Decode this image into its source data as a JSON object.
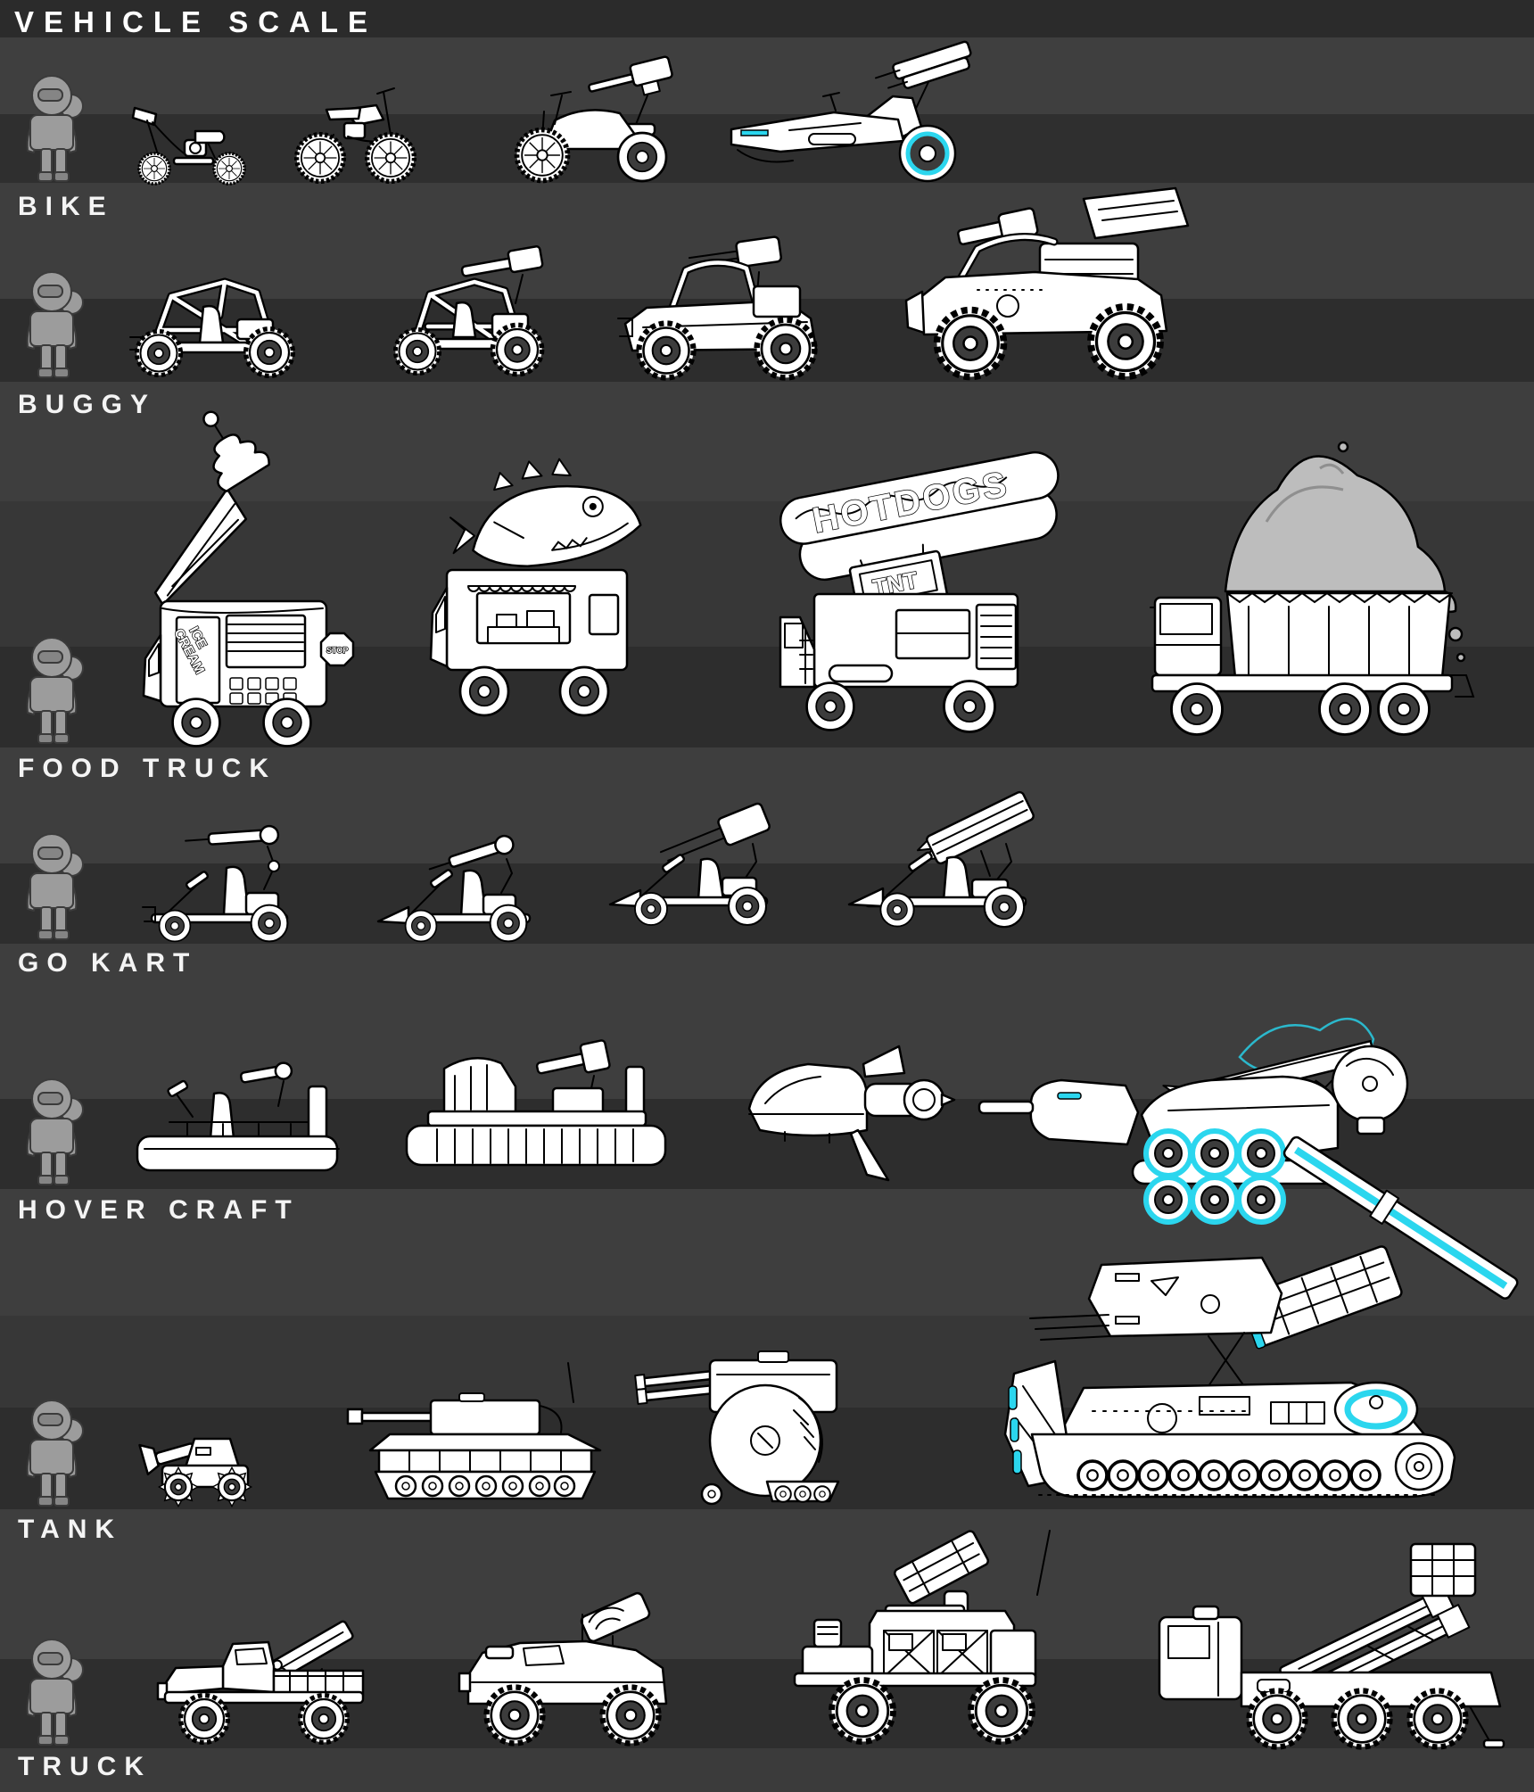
{
  "title": "VEHICLE SCALE",
  "accent_color": "#2bd6ee",
  "background_shades": [
    "#2b2b2b",
    "#3e3e3e",
    "#2d2d2d",
    "#373737"
  ],
  "scale_reference": "human-figure",
  "rows": [
    {
      "label": "BIKE",
      "vehicles": [
        "mini-bike",
        "dirt-bike",
        "gun-trike",
        "hover-cannon-bike"
      ]
    },
    {
      "label": "BUGGY",
      "vehicles": [
        "tube-frame-buggy",
        "gun-rack-buggy",
        "minigun-buggy",
        "heavy-assault-buggy"
      ]
    },
    {
      "label": "FOOD TRUCK",
      "vehicles": [
        "ice-cream-truck",
        "fish-truck",
        "hotdog-truck",
        "slime-dump-truck"
      ]
    },
    {
      "label": "GO KART",
      "vehicles": [
        "gun-arm-kart",
        "winged-gun-kart",
        "twin-cannon-kart",
        "rocket-rack-kart"
      ]
    },
    {
      "label": "HOVER CRAFT",
      "vehicles": [
        "hover-platform",
        "skirted-hovercraft",
        "jet-speeder",
        "future-missile-hover"
      ]
    },
    {
      "label": "TANK",
      "vehicles": [
        "mini-spike-tank",
        "cannon-tank",
        "round-assault-tank",
        "mega-flak-tank"
      ]
    },
    {
      "label": "TRUCK",
      "vehicles": [
        "rocket-pickup",
        "radar-offroad-truck",
        "humvee-launcher",
        "missile-carrier-6x6"
      ]
    }
  ],
  "signage": {
    "ice_line1": "ICE",
    "ice_line2": "CREAM",
    "stop": "STOP",
    "hotdogs": "HOTDOGS",
    "tnt": "TNT"
  }
}
